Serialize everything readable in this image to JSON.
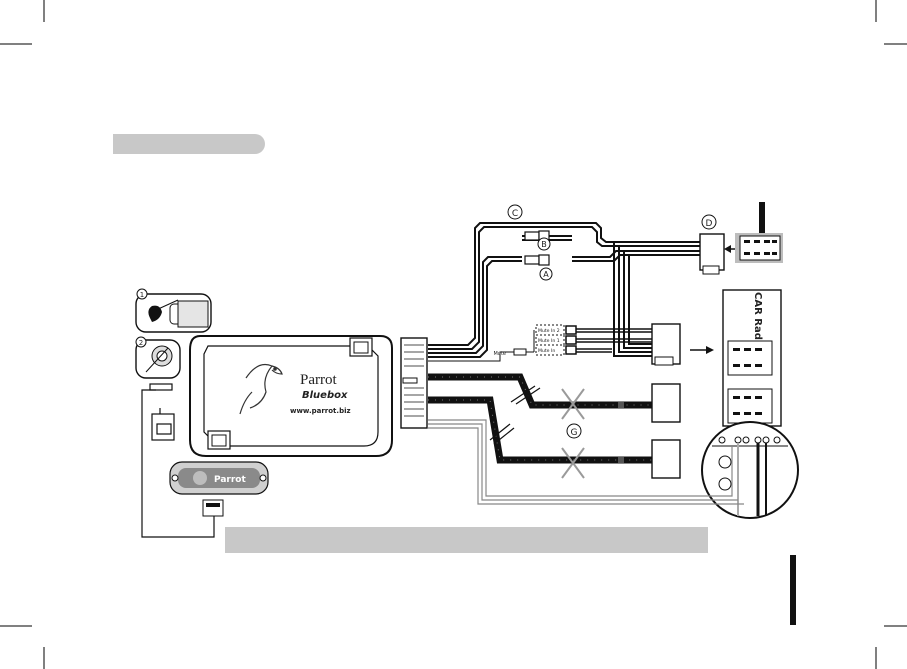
{
  "labels": {
    "c": "C",
    "b": "B",
    "a": "A",
    "d": "D",
    "g": "G",
    "step1": "1",
    "step2": "2"
  },
  "bluebox": {
    "brand": "Parrot",
    "model": "Bluebox",
    "url": "www.parrot.biz"
  },
  "remote": {
    "brand": "Parrot"
  },
  "mute": {
    "label": "Mute",
    "in2": "Mute In 2",
    "in1": "Mute In 1",
    "in3": "Mute In"
  },
  "radio": {
    "title": "CAR Radio"
  },
  "colors": {
    "header_bar": "#c8c8c8",
    "footer_bar": "#c8c8c8",
    "wire": "#111111",
    "cross": "#9a9a9a"
  }
}
